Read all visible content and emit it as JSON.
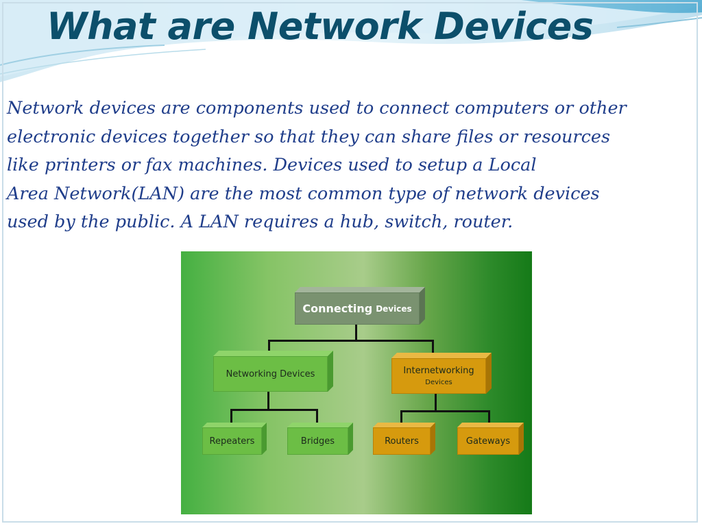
{
  "slide": {
    "title": "What are Network Devices",
    "paragraph_lines": [
      "Network devices are components used to connect computers or other",
      "electronic devices together so that they can share files or resources",
      "like printers or fax machines. Devices used to setup a Local",
      "Area Network(LAN) are the most common type of network devices",
      "used by the public. A LAN requires a hub, switch, router."
    ]
  },
  "diagram": {
    "root": {
      "word1": "Connecting",
      "word2": "Devices"
    },
    "networking": {
      "label": "Networking Devices"
    },
    "internetworking": {
      "line1": "Internetworking",
      "line2": "Devices"
    },
    "repeaters": {
      "label": "Repeaters"
    },
    "bridges": {
      "label": "Bridges"
    },
    "routers": {
      "label": "Routers"
    },
    "gateways": {
      "label": "Gateways"
    }
  },
  "colors": {
    "title": "#0c4f6b",
    "body_text": "#1f3d8a",
    "green_box": "#6cbe45",
    "gray_box": "#7a9270",
    "orange_box": "#d69a0e"
  }
}
